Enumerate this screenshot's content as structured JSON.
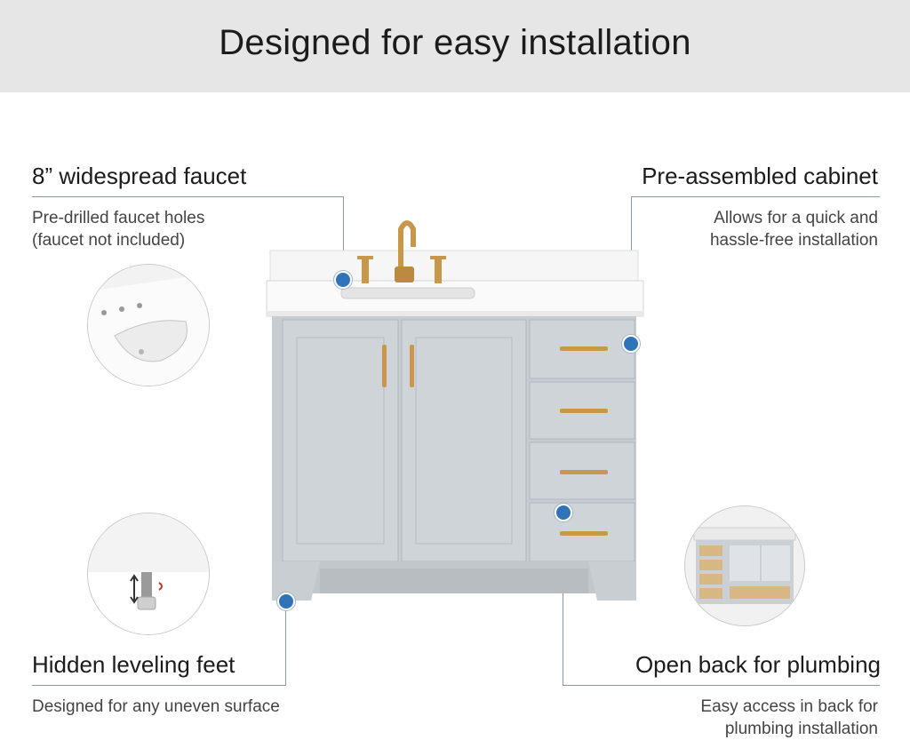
{
  "banner": {
    "title": "Designed for easy installation"
  },
  "features": {
    "faucet": {
      "title": "8” widespread faucet",
      "desc_line1": "Pre-drilled faucet holes",
      "desc_line2": "(faucet not included)"
    },
    "cabinet": {
      "title": "Pre-assembled cabinet",
      "desc_line1": "Allows for  a quick and",
      "desc_line2": "hassle-free installation"
    },
    "feet": {
      "title": "Hidden leveling feet",
      "desc_line1": "Designed for any uneven surface"
    },
    "plumbing": {
      "title": "Open back for plumbing",
      "desc_line1": "Easy access in back for",
      "desc_line2": "plumbing installation"
    }
  },
  "colors": {
    "banner": "#e6e6e6",
    "cabinet": "#c9ced3",
    "hardware": "#c9974a",
    "callout_dot": "#2f74b8",
    "callout_line": "#8a98a6",
    "countertop": "#f4f4f4"
  },
  "icons": {
    "feature_marker": "dot-marker"
  }
}
